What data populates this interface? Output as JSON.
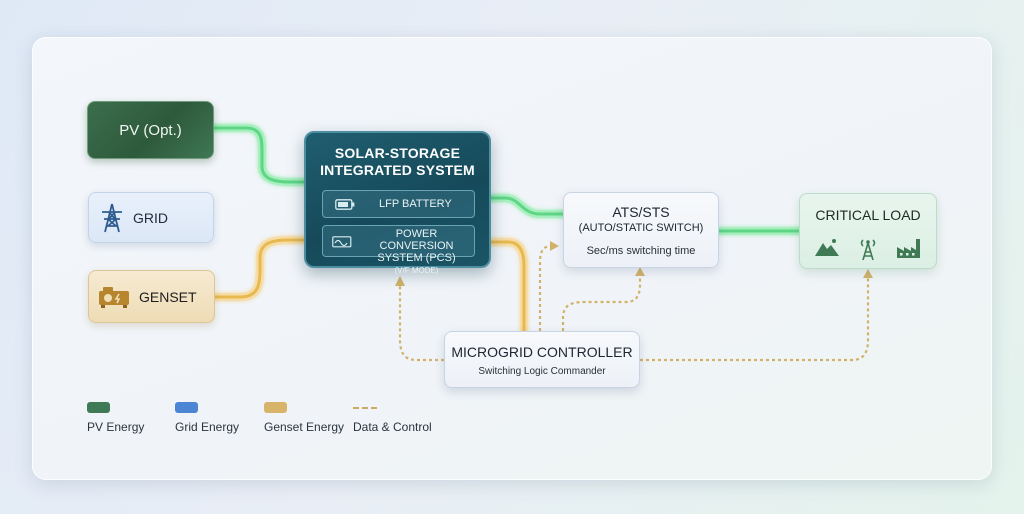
{
  "sources": {
    "pv": {
      "label": "PV (Opt.)"
    },
    "grid": {
      "label": "GRID"
    },
    "genset": {
      "label": "GENSET"
    }
  },
  "system": {
    "title_line1": "SOLAR-STORAGE",
    "title_line2": "INTEGRATED SYSTEM",
    "battery": "LFP BATTERY",
    "pcs_line1": "POWER CONVERSION",
    "pcs_line2": "SYSTEM (PCS)",
    "pcs_mode": "(V/F MODE)"
  },
  "ats": {
    "title": "ATS/STS",
    "subtitle": "(AUTO/STATIC SWITCH)",
    "detail": "Sec/ms switching time"
  },
  "load": {
    "title": "CRITICAL LOAD",
    "icons": [
      "mountain-icon",
      "antenna-tower-icon",
      "factory-icon"
    ]
  },
  "controller": {
    "title": "MICROGRID CONTROLLER",
    "subtitle": "Switching Logic Commander"
  },
  "legend": [
    {
      "label": "PV Energy",
      "color": "#3d7a55"
    },
    {
      "label": "Grid Energy",
      "color": "#4a86d4"
    },
    {
      "label": "Genset Energy",
      "color": "#d8b46a"
    },
    {
      "label": "Data & Control",
      "color": "#c9ab63"
    }
  ],
  "colors": {
    "pv_line": "#7fe3a0",
    "grid_line": "#6aa6ec",
    "genset_line": "#efc774",
    "control_line": "#d3b673",
    "system_bg": "#164a5a"
  }
}
